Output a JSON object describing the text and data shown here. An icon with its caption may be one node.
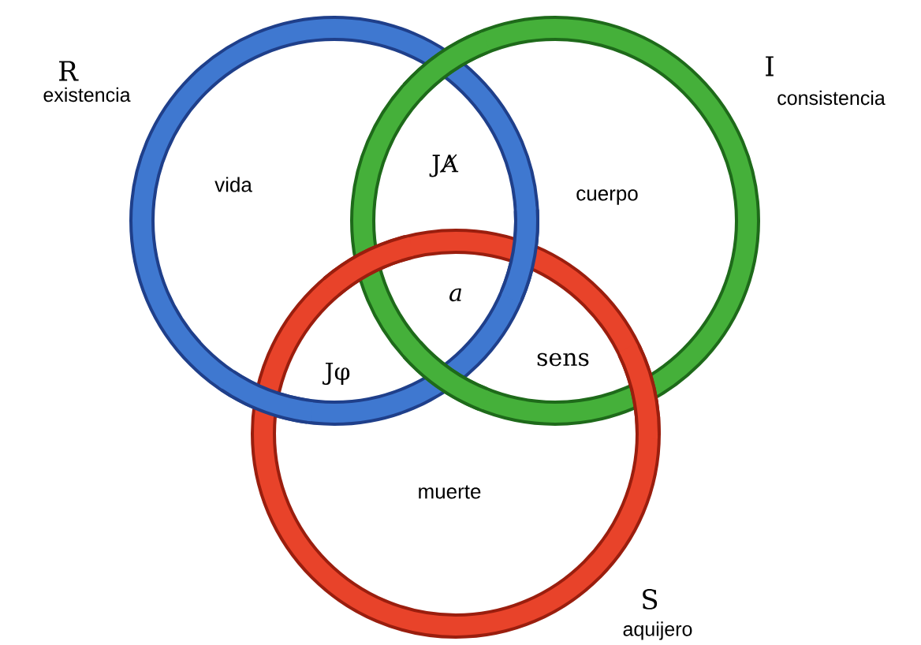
{
  "diagram": {
    "nodes": [
      {
        "text": [
          "R",
          "existencia"
        ]
      },
      {
        "text": [
          "I",
          "consistencia"
        ]
      },
      {
        "text": [
          "S",
          "aquijero"
        ]
      }
    ],
    "labels": [
      "vida",
      "JA̸",
      "cuerpo",
      "a",
      "Jφ",
      "sens",
      "muerte"
    ]
  }
}
